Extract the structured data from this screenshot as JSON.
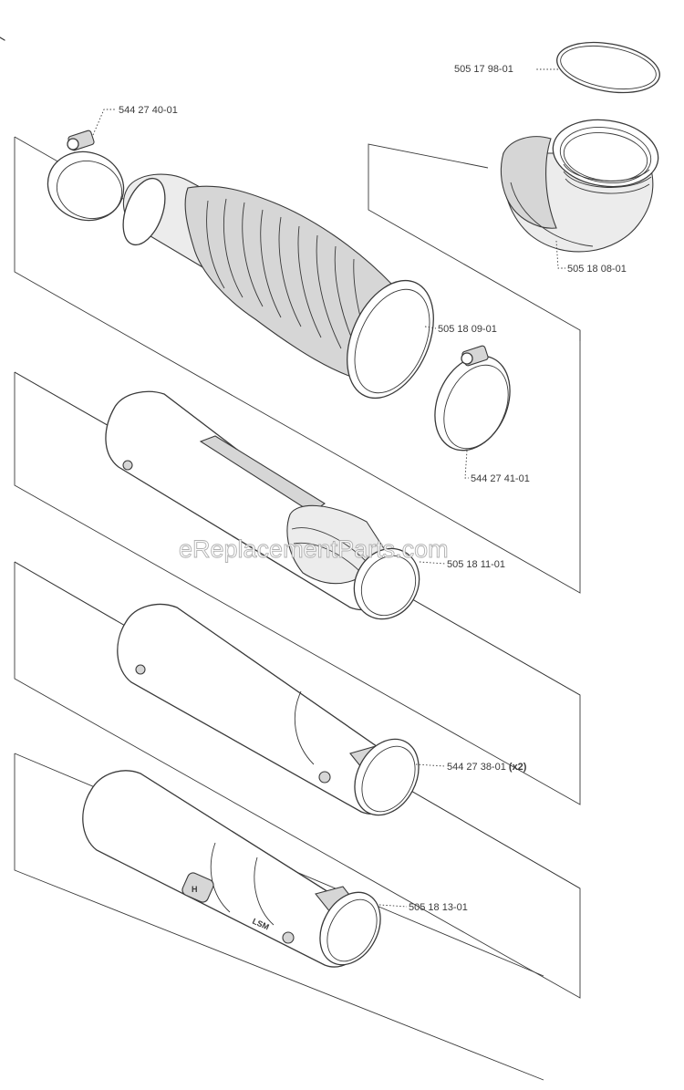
{
  "watermark": "eReplacementParts.com",
  "parts": [
    {
      "id": "ring",
      "number": "505 17 98-01",
      "qty": ""
    },
    {
      "id": "clamp-top",
      "number": "544 27 40-01",
      "qty": ""
    },
    {
      "id": "elbow",
      "number": "505 18 08-01",
      "qty": ""
    },
    {
      "id": "bellows",
      "number": "505 18 09-01",
      "qty": ""
    },
    {
      "id": "clamp-mid",
      "number": "544 27 41-01",
      "qty": ""
    },
    {
      "id": "tube-1",
      "number": "505 18 11-01",
      "qty": ""
    },
    {
      "id": "tube-2",
      "number": "544 27 38-01",
      "qty": "(x2)"
    },
    {
      "id": "tube-3",
      "number": "505 18 13-01",
      "qty": ""
    }
  ],
  "stamps": {
    "tube3_side": "LSM",
    "tube3_logo": "H"
  }
}
